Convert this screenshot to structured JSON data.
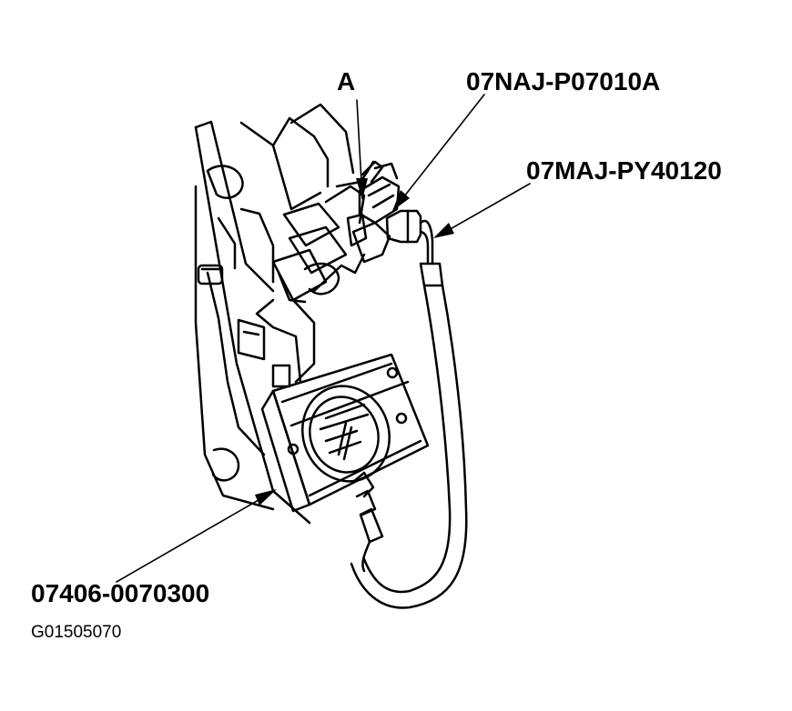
{
  "labels": {
    "callout_a": "A",
    "adapter_part": "07NAJ-P07010A",
    "hose_part": "07MAJ-PY40120",
    "gauge_part": "07406-0070300",
    "figure_id": "G01505070"
  },
  "colors": {
    "ink": "#000000",
    "paper": "#ffffff"
  }
}
